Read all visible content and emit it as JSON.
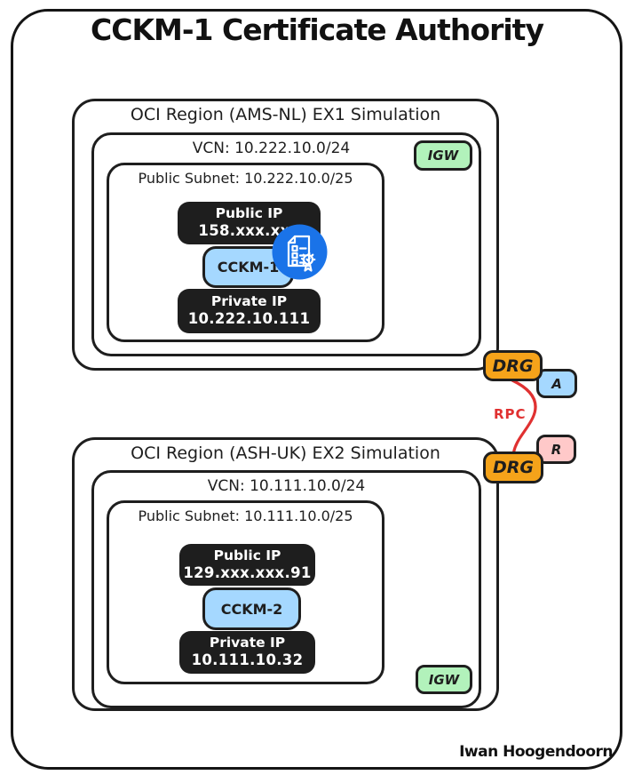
{
  "title": "CCKM-1 Certificate Authority",
  "footer": {
    "author": "Iwan Hoogendoorn"
  },
  "regions": [
    {
      "label": "OCI Region (AMS-NL) EX1 Simulation",
      "vcn_label": "VCN: 10.222.10.0/24",
      "subnet_label": "Public Subnet: 10.222.10.0/25",
      "igw_label": "IGW",
      "public_ip": {
        "line1": "Public IP",
        "line2": "158.xxx.xxx"
      },
      "instance_label": "CCKM-1",
      "private_ip": {
        "line1": "Private IP",
        "line2": "10.222.10.111"
      }
    },
    {
      "label": "OCI Region (ASH-UK) EX2 Simulation",
      "vcn_label": "VCN: 10.111.10.0/24",
      "subnet_label": "Public Subnet: 10.111.10.0/25",
      "igw_label": "IGW",
      "public_ip": {
        "line1": "Public IP",
        "line2": "129.xxx.xxx.91"
      },
      "instance_label": "CCKM-2",
      "private_ip": {
        "line1": "Private IP",
        "line2": "10.111.10.32"
      }
    }
  ],
  "interconnect": {
    "drg_top_label": "DRG",
    "drg_bottom_label": "DRG",
    "attachment_a_label": "A",
    "attachment_r_label": "R",
    "rpc_label": "RPC"
  },
  "icons": {
    "certificate": "certificate-icon"
  },
  "colors": {
    "outline": "#1e1e1e",
    "instance_blue": "#a5d8ff",
    "igw_green": "#b2f2bb",
    "drg_orange": "#f5a31a",
    "badge_pink": "#ffc9c9",
    "rpc_red": "#e03131",
    "cert_blue": "#1a73e8",
    "pill_black": "#1e1e1e"
  }
}
